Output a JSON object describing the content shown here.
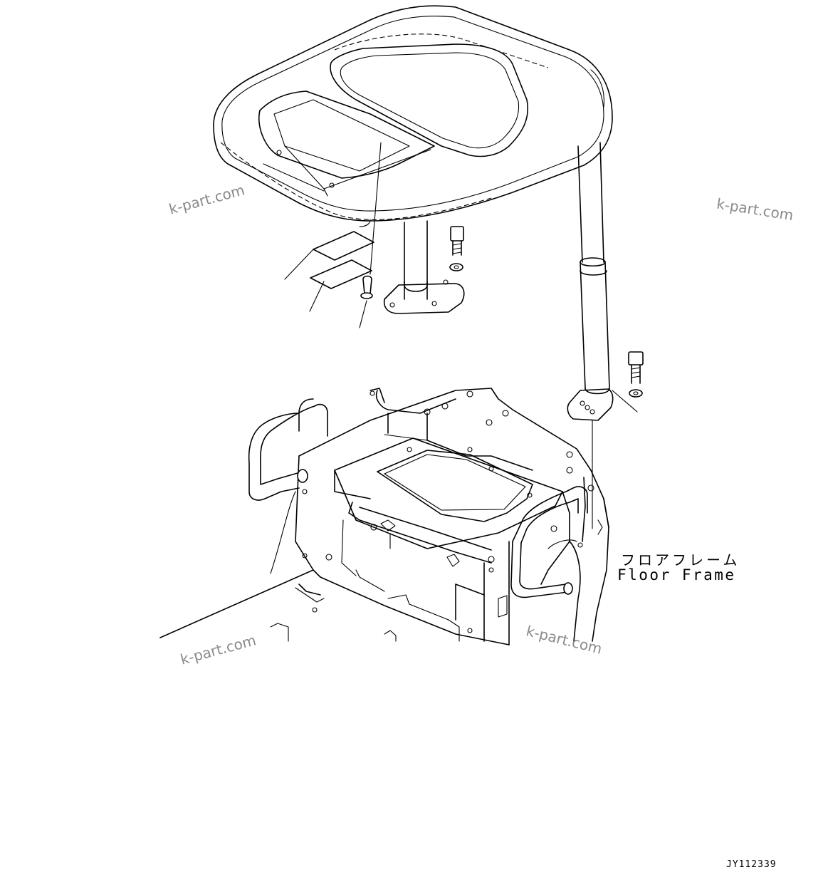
{
  "labels": {
    "floor_frame_jp": "フロアフレーム",
    "floor_frame_en": "Floor Frame",
    "drawing_code": "JY112339"
  },
  "watermarks": [
    "k-part.com",
    "k-part.com",
    "k-part.com",
    "k-part.com"
  ],
  "icons": [
    "canopy-roof-drawing",
    "canopy-support-pillar",
    "bolt-icon",
    "washer-icon",
    "clip-icon",
    "label-sheet-icon",
    "handrail-icon",
    "floor-frame-drawing"
  ]
}
